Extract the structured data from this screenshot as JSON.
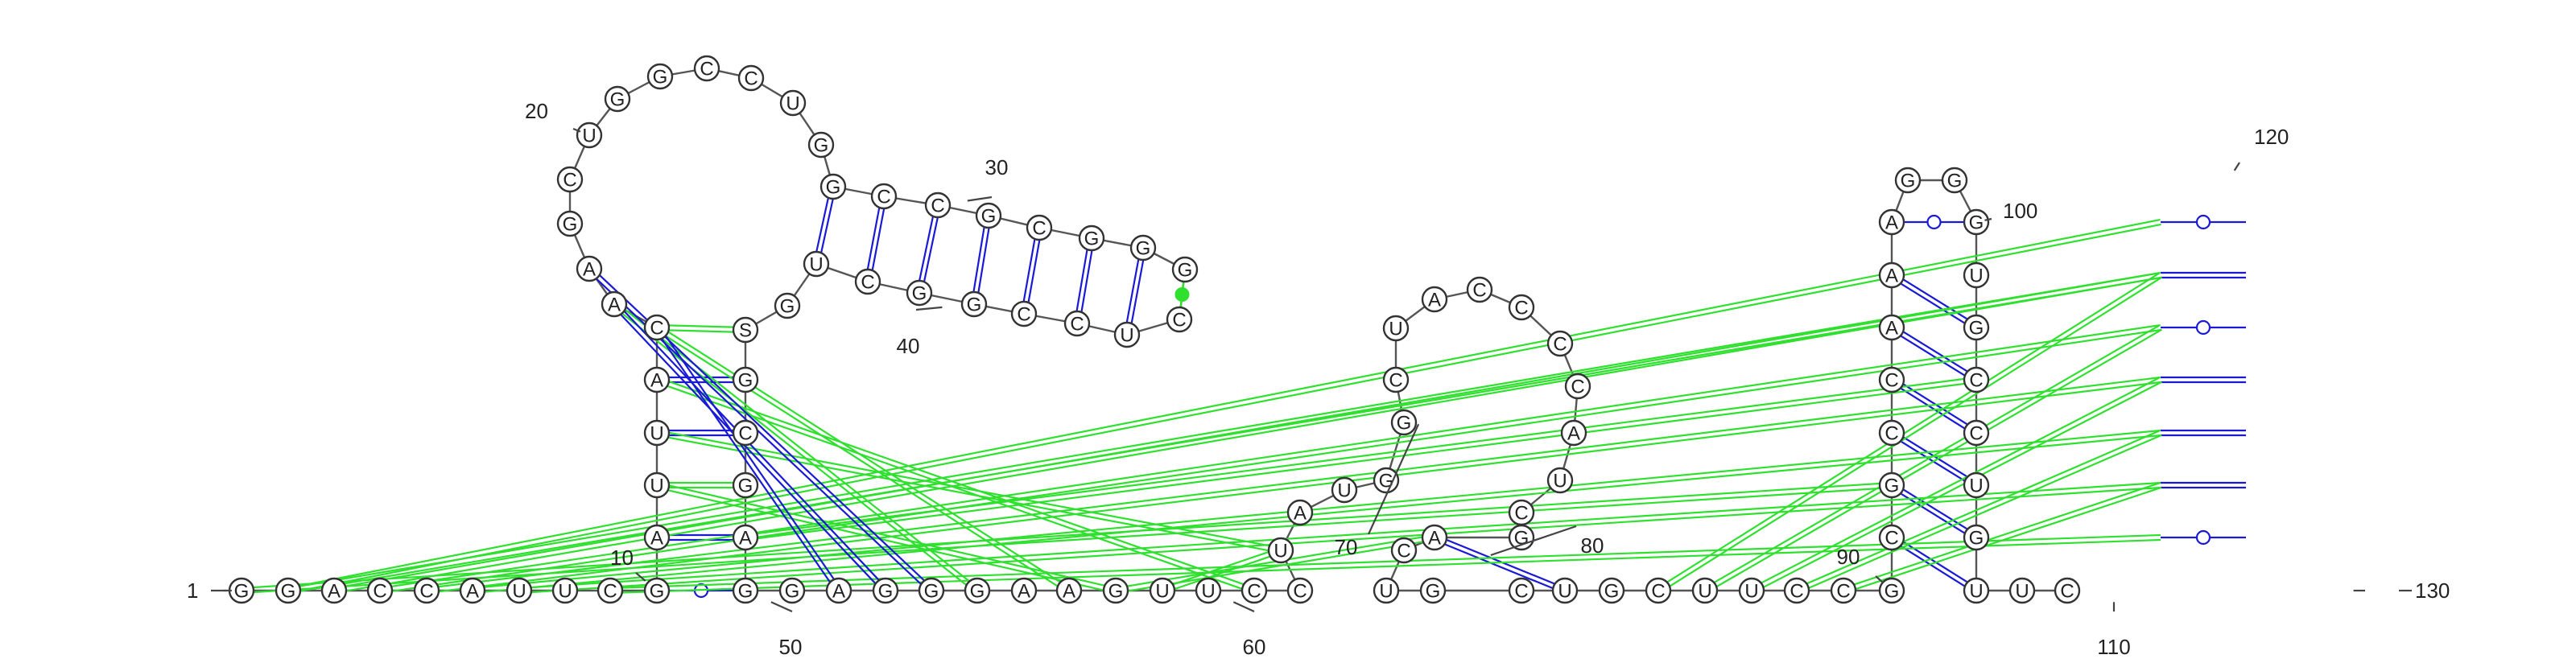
{
  "molecule": {
    "sequence": [
      "G",
      "G",
      "A",
      "C",
      "C",
      "A",
      "U",
      "U",
      "C",
      "G",
      "A",
      "U",
      "U",
      "A",
      "C",
      "A",
      "A",
      "G",
      "C",
      "U",
      "G",
      "G",
      "C",
      "C",
      "U",
      "G",
      "G",
      "C",
      "C",
      "G",
      "C",
      "G",
      "G",
      "G",
      "C",
      "U",
      "C",
      "C",
      "G",
      "G",
      "C",
      "U",
      "G",
      "S",
      "G",
      "C",
      "G",
      "A",
      "G",
      "G",
      "A",
      "G",
      "G",
      "G",
      "A",
      "A",
      "G",
      "U",
      "U",
      "C",
      "C",
      "U",
      "A",
      "U",
      "G",
      "G",
      "C",
      "U",
      "A",
      "C",
      "C",
      "C",
      "C",
      "A",
      "U",
      "C",
      "G",
      "A",
      "C",
      "U",
      "G",
      "C",
      "U",
      "G",
      "C",
      "U",
      "U",
      "C",
      "C",
      "G",
      "C",
      "G",
      "C",
      "C",
      "A",
      "A",
      "A",
      "G",
      "G",
      "G",
      "U",
      "G",
      "C",
      "C",
      "U",
      "G",
      "U",
      "U",
      "C"
    ],
    "numbers": [
      "1",
      "10",
      "20",
      "30",
      "40",
      "50",
      "60",
      "70",
      "80",
      "90",
      "100",
      "110",
      "120",
      "130"
    ]
  },
  "colors": {
    "canonical_pair": "#1a1ad6",
    "wobble_pair": "#1a1ad6",
    "noncanonical_pair": "#2fe02f",
    "backbone": "#555555"
  }
}
